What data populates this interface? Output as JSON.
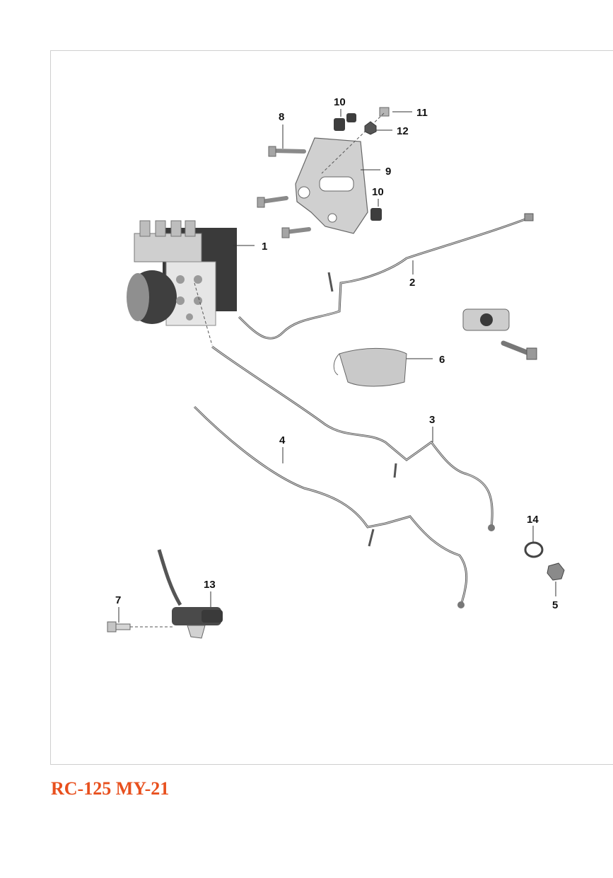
{
  "page": {
    "model_title": "RC-125 MY-21",
    "title_color": "#e8501e"
  },
  "callouts": {
    "c1": "1",
    "c2": "2",
    "c3": "3",
    "c4": "4",
    "c5": "5",
    "c6": "6",
    "c7": "7",
    "c8": "8",
    "c9": "9",
    "c10a": "10",
    "c10b": "10",
    "c11": "11",
    "c12": "12",
    "c13": "13",
    "c14": "14"
  },
  "colors": {
    "part_fill": "#d4d4d4",
    "part_dark": "#555555",
    "line_stroke": "#444444",
    "border": "#cfcfcf"
  }
}
